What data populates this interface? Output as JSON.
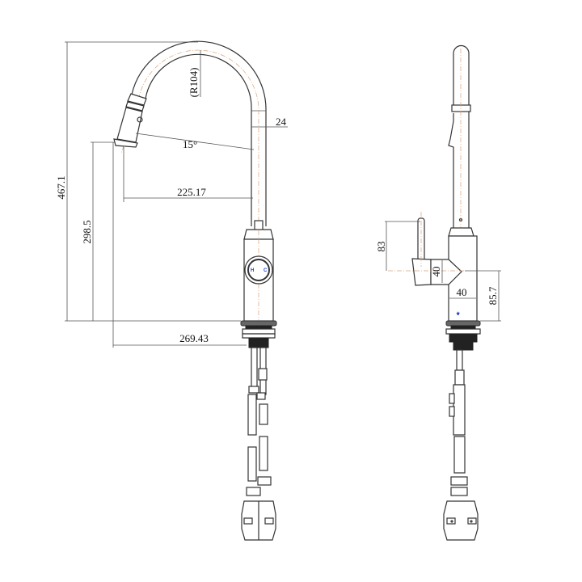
{
  "front_view": {
    "dimensions": {
      "overall_height": "467.1",
      "outlet_height": "298.5",
      "spout_radius": "(R104)",
      "spout_diameter": "24",
      "nozzle_angle": "15°",
      "spout_reach": "225.17",
      "total_reach": "269.43"
    },
    "knob_marks": {
      "hot": "H",
      "cold": "C"
    }
  },
  "side_view": {
    "dimensions": {
      "lever_height": "83",
      "handle_diameter": "40",
      "body_diameter": "40",
      "handle_axis_height": "85.7"
    }
  },
  "colors": {
    "line": "#333333",
    "centerline": "#d9a37a",
    "marking": "#1a3ad6"
  }
}
